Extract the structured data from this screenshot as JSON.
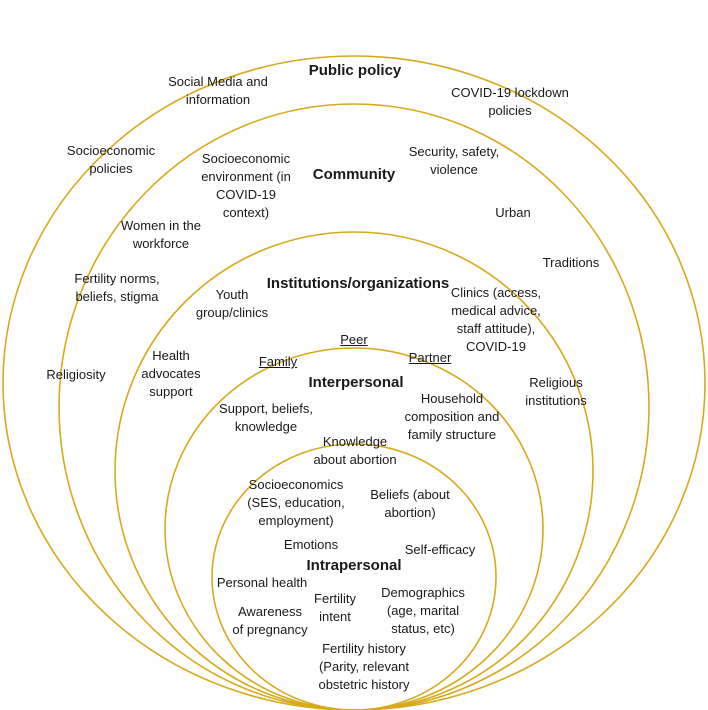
{
  "colors": {
    "ring": "#d6aa1a",
    "text": "#1a1a1a",
    "background": "#ffffff"
  },
  "levels": {
    "public_policy": {
      "title": "Public policy",
      "items": {
        "social_media": "Social Media and\ninformation",
        "covid_lockdown": "COVID-19 lockdown\npolicies",
        "socioeconomic_policies": "Socioeconomic\npolicies",
        "religiosity": "Religiosity"
      }
    },
    "community": {
      "title": "Community",
      "items": {
        "socioeconomic_env": "Socioeconomic\nenvironment (in\nCOVID-19\ncontext)",
        "security": "Security, safety,\nviolence",
        "urban": "Urban",
        "women_workforce": "Women in the\nworkforce",
        "traditions": "Traditions",
        "fertility_norms": "Fertility norms,\nbeliefs, stigma"
      }
    },
    "institutions": {
      "title": "Institutions/organizations",
      "items": {
        "youth_group": "Youth\ngroup/clinics",
        "clinics": "Clinics (access,\nmedical advice,\nstaff attitude),\nCOVID-19",
        "health_advocates": "Health\nadvocates\nsupport",
        "religious_institutions": "Religious\ninstitutions"
      }
    },
    "interpersonal": {
      "title": "Interpersonal",
      "items": {
        "peer": "Peer",
        "family": "Family",
        "partner": "Partner",
        "support": "Support, beliefs,\nknowledge",
        "household": "Household\ncomposition and\nfamily structure"
      }
    },
    "intrapersonal": {
      "title": "Intrapersonal",
      "items": {
        "knowledge": "Knowledge\nabout abortion",
        "socioeconomics": "Socioeconomics\n(SES, education,\nemployment)",
        "beliefs": "Beliefs (about\nabortion)",
        "emotions": "Emotions",
        "self_efficacy": "Self-efficacy",
        "personal_health": "Personal health",
        "demographics": "Demographics\n(age, marital\nstatus, etc)",
        "awareness": "Awareness\nof pregnancy",
        "fertility_intent": "Fertility\nintent",
        "fertility_history": "Fertility history\n(Parity, relevant\nobstetric history"
      }
    }
  }
}
